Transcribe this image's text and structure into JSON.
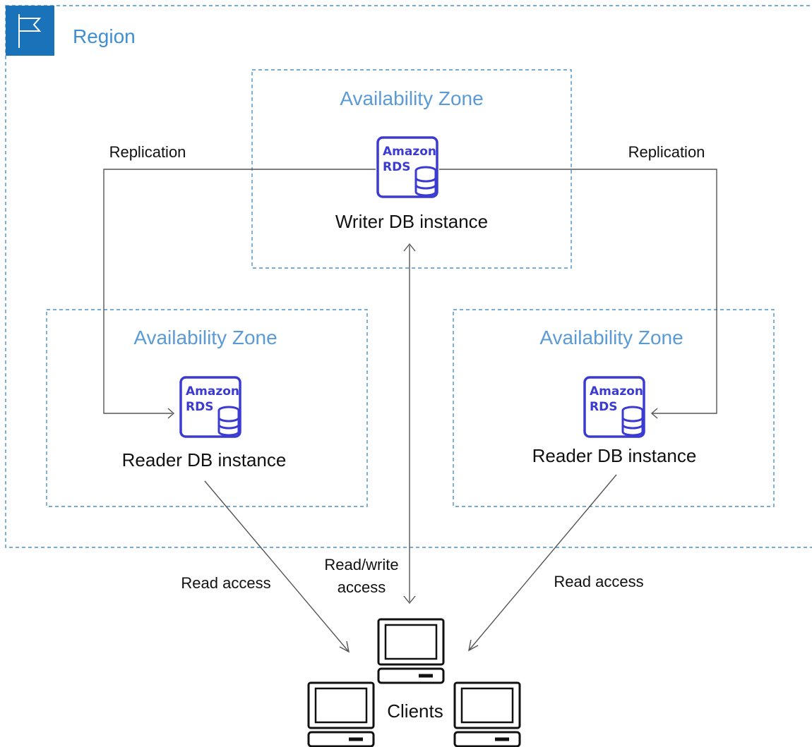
{
  "region": {
    "label": "Region"
  },
  "zones": [
    {
      "label": "Availability Zone",
      "instance_label": "Writer DB instance"
    },
    {
      "label": "Availability Zone",
      "instance_label": "Reader DB instance"
    },
    {
      "label": "Availability Zone",
      "instance_label": "Reader DB instance"
    }
  ],
  "rds_icon": {
    "line1": "Amazon",
    "line2": "RDS"
  },
  "connections": {
    "replication_left": "Replication",
    "replication_right": "Replication",
    "read_access_left": "Read access",
    "read_write_line1": "Read/write",
    "read_write_line2": "access",
    "read_access_right": "Read access"
  },
  "clients": {
    "label": "Clients"
  },
  "colors": {
    "region_accent": "#1a73b8",
    "zone_border": "#4a90c8",
    "zone_text": "#5b9bd5",
    "rds_icon": "#3b3bd1",
    "connector": "#555555"
  }
}
